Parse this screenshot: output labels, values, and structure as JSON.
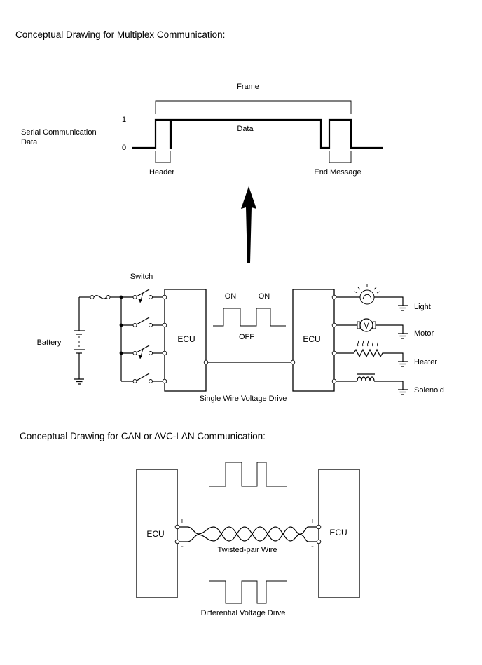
{
  "headings": {
    "multiplex": "Conceptual Drawing for Multiplex Communication:",
    "can": "Conceptual Drawing for CAN or AVC-LAN Communication:"
  },
  "serial": {
    "frame_label": "Frame",
    "axis_label_line1": "Serial Communication",
    "axis_label_line2": "Data",
    "level_high": "1",
    "level_low": "0",
    "data_label": "Data",
    "header_label": "Header",
    "end_label": "End Message"
  },
  "single_wire": {
    "switch_label": "Switch",
    "battery_label": "Battery",
    "ecu_left": "ECU",
    "ecu_right": "ECU",
    "on1": "ON",
    "on2": "ON",
    "off": "OFF",
    "caption": "Single Wire Voltage Drive",
    "loads": {
      "light": "Light",
      "motor": "Motor",
      "motor_symbol": "M",
      "heater": "Heater",
      "solenoid": "Solenoid"
    }
  },
  "can": {
    "ecu_left": "ECU",
    "ecu_right": "ECU",
    "plus_left": "+",
    "minus_left": "-",
    "plus_right": "+",
    "minus_right": "-",
    "wire_label": "Twisted-pair Wire",
    "caption": "Differential Voltage Drive"
  },
  "colors": {
    "line": "#000000",
    "background": "#ffffff"
  }
}
